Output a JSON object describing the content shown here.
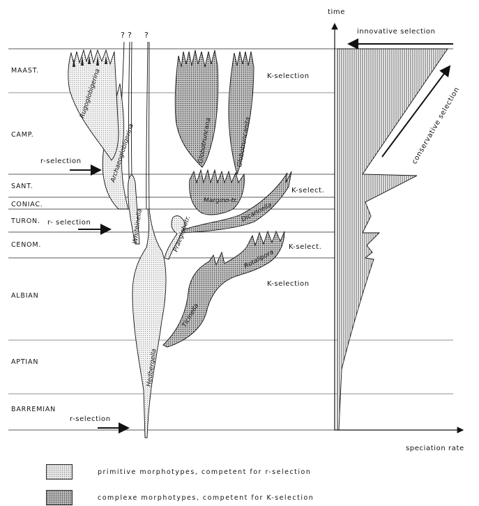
{
  "axes": {
    "y_label": "time",
    "x_label": "speciation rate"
  },
  "stages": [
    "MAAST.",
    "CAMP.",
    "SANT.",
    "CONIAC.",
    "TURON.",
    "CENOM.",
    "ALBIAN",
    "APTIAN",
    "BARREMIAN"
  ],
  "selection_labels": {
    "innovative": "innovative selection",
    "conservative": "conservative selection",
    "k_selection_top": "K-selection",
    "k_select_sant": "K-select.",
    "k_select_cenom": "K-select.",
    "k_selection_albian": "K-selection",
    "r_selection_camp": "r-selection",
    "r_selection_turon": "r- selection",
    "r_selection_barremian": "r-selection"
  },
  "question_marks": [
    "?",
    "?",
    "?"
  ],
  "taxa": {
    "rugoglobigerina": "Rugoglobigerina",
    "globotruncana": "Globotruncana",
    "globotruncanita": "Globotruncanita",
    "archaeoglobigerina": "Archaeoglobigerina",
    "whiteinella": "Whiteinella",
    "hedbergella": "Hedbergella",
    "ticinella": "Ticinella",
    "rotalipora": "Rotalipora",
    "dicarinella": "Dicarinella",
    "marginotruncana": "Margino-tr.",
    "praeglobotruncana": "Praeglobotr."
  },
  "legend": [
    {
      "pattern": "light-stipple",
      "text": "primitive morphotypes, competent for r-selection"
    },
    {
      "pattern": "dark-stipple",
      "text": "complexe morphotypes, competent for K-selection"
    }
  ],
  "colors": {
    "ink": "#111111",
    "light_fill": "#ececec",
    "dark_fill": "#b5b5b5"
  }
}
